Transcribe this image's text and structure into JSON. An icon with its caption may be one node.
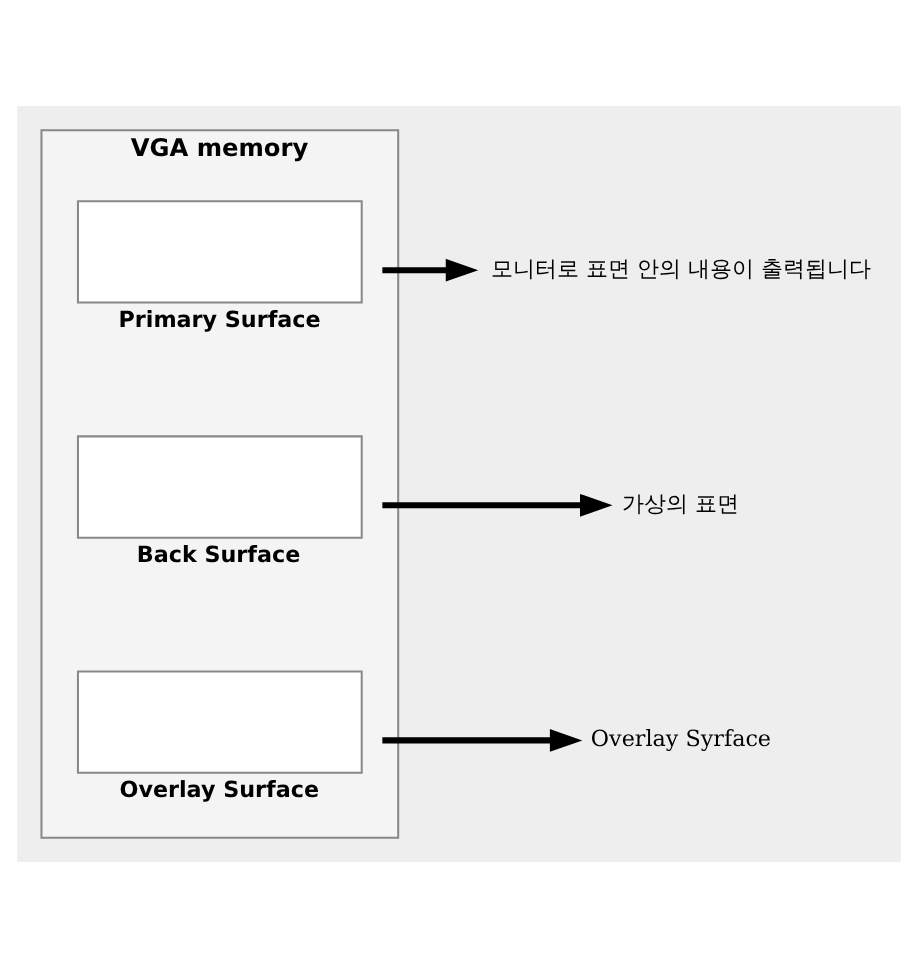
{
  "diagram": {
    "nodes": [
      {
        "text": [
          "VGA memory"
        ]
      },
      {
        "text": [
          "Primary Surface"
        ],
        "in": 0
      },
      {
        "text": [
          "Back Surface"
        ],
        "in": 0
      },
      {
        "text": [
          "Overlay Surface"
        ],
        "in": 0
      },
      {
        "text": [
          "모니터로 표면 안의 내용이 출력됩니다"
        ]
      },
      {
        "text": [
          "가상의 표면"
        ]
      },
      {
        "text": [
          "Overlay Syrface"
        ]
      }
    ],
    "edges": [
      {
        "from": 1,
        "to": 4,
        "arrow": "to"
      },
      {
        "from": 2,
        "to": 5,
        "arrow": "to"
      },
      {
        "from": 3,
        "to": 6,
        "arrow": "to"
      }
    ]
  }
}
